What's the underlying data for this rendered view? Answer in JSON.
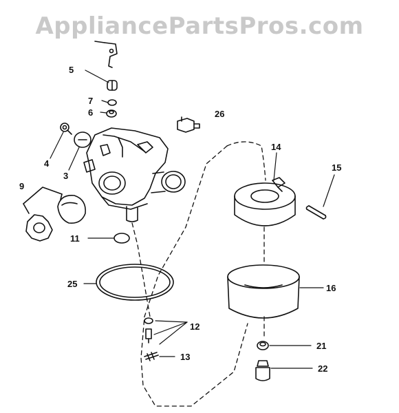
{
  "watermark": "AppliancePartsPros.com",
  "callouts": [
    "5",
    "7",
    "6",
    "26",
    "4",
    "3",
    "9",
    "14",
    "15",
    "11",
    "25",
    "16",
    "12",
    "13",
    "21",
    "22"
  ],
  "colors": {
    "ink": "#111111",
    "watermark": "#c9c9c9",
    "background": "#ffffff"
  }
}
